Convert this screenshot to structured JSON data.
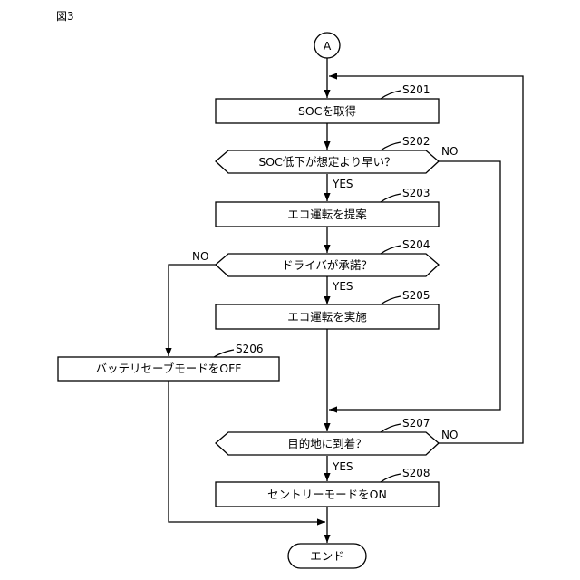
{
  "figure_label": "図3",
  "connector": "A",
  "steps": {
    "s201": {
      "id": "S201",
      "text": "SOCを取得"
    },
    "s202": {
      "id": "S202",
      "text": "SOC低下が想定より早い？"
    },
    "s203": {
      "id": "S203",
      "text": "エコ運転を提案"
    },
    "s204": {
      "id": "S204",
      "text": "ドライバが承諾？"
    },
    "s205": {
      "id": "S205",
      "text": "エコ運転を実施"
    },
    "s206": {
      "id": "S206",
      "text": "バッテリセーブモードをOFF"
    },
    "s207": {
      "id": "S207",
      "text": "目的地に到着？"
    },
    "s208": {
      "id": "S208",
      "text": "セントリーモードをON"
    }
  },
  "terminal_end": "エンド",
  "branch_labels": {
    "s202_yes": "YES",
    "s202_no": "NO",
    "s204_yes": "YES",
    "s204_no": "NO",
    "s207_yes": "YES",
    "s207_no": "NO"
  }
}
